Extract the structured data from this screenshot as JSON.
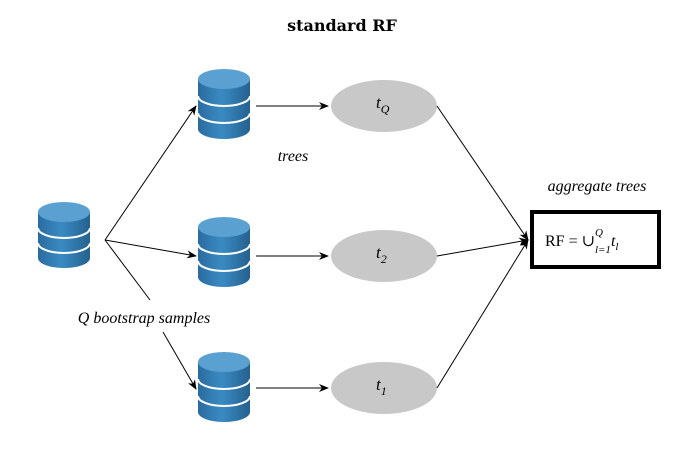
{
  "title": "standard RF",
  "labels": {
    "trees": "trees",
    "aggregate": "aggregate trees",
    "bootstrap": "Q bootstrap samples"
  },
  "nodes": {
    "tQ": {
      "base": "t",
      "sub": "Q"
    },
    "t2": {
      "base": "t",
      "sub": "2"
    },
    "t1": {
      "base": "t",
      "sub": "1"
    }
  },
  "result": {
    "prefix": "RF = ∪",
    "sup": "Q",
    "sub": "l=1",
    "term": "t",
    "term_sub": "l"
  },
  "colors": {
    "database_top": "#5aa0d0",
    "database_body": "#2f77ad",
    "database_band": "#ffffff",
    "ellipse_fill": "#c8c8c8",
    "line": "#000000"
  }
}
